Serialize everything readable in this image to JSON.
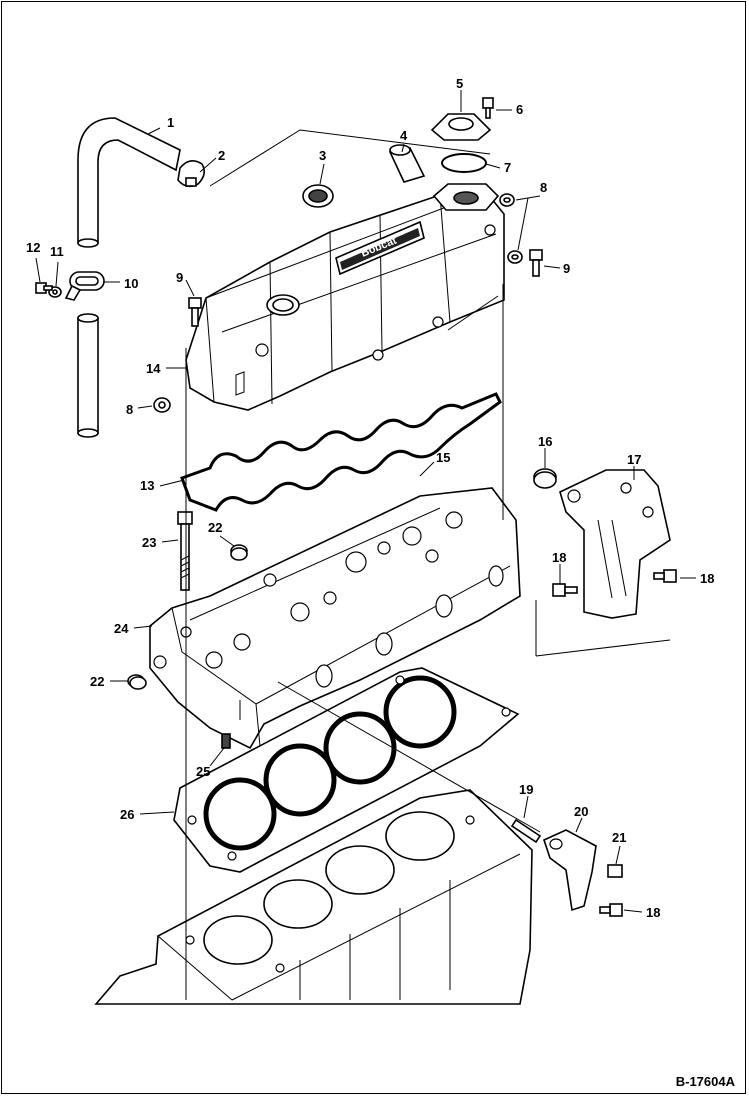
{
  "figure_id": "B-17604A",
  "cover_logo": "Bobcat",
  "callouts": [
    "1",
    "2",
    "3",
    "4",
    "5",
    "6",
    "7",
    "8",
    "8",
    "8",
    "9",
    "9",
    "10",
    "11",
    "12",
    "13",
    "14",
    "15",
    "16",
    "17",
    "18",
    "18",
    "18",
    "19",
    "20",
    "21",
    "22",
    "22",
    "23",
    "24",
    "25",
    "26"
  ]
}
